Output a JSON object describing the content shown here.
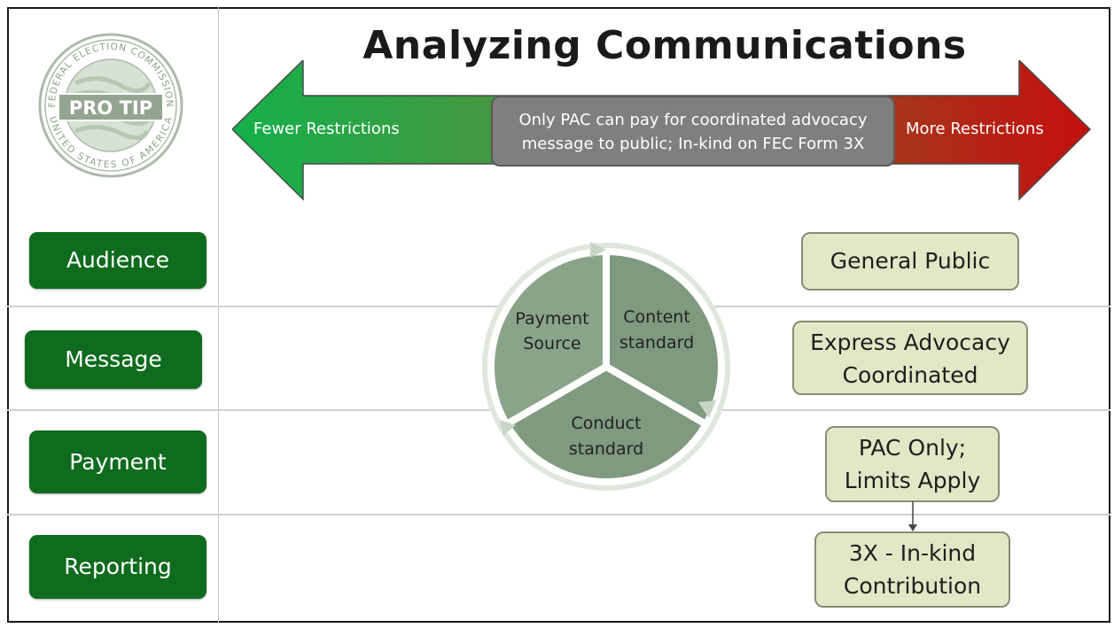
{
  "title": "Analyzing Communications",
  "logo": {
    "badge_text": "PRO TIP",
    "ring_text_top": "FEDERAL ELECTION COMMISSION",
    "ring_text_bottom": "UNITED STATES OF AMERICA"
  },
  "arrow": {
    "left_label": "Fewer Restrictions",
    "right_label": "More Restrictions",
    "center_line1": "Only PAC can pay for coordinated advocacy",
    "center_line2": "message to public; In-kind on FEC Form 3X",
    "left_color": "#15a94a",
    "right_color": "#c0100f"
  },
  "rows": [
    {
      "label": "Audience"
    },
    {
      "label": "Message"
    },
    {
      "label": "Payment"
    },
    {
      "label": "Reporting"
    }
  ],
  "cycle": {
    "payment_source": [
      "Payment",
      "Source"
    ],
    "content_standard": [
      "Content",
      "standard"
    ],
    "conduct_standard": [
      "Conduct",
      "standard"
    ]
  },
  "results": {
    "audience": [
      "General Public"
    ],
    "message": [
      "Express Advocacy",
      "Coordinated"
    ],
    "payment": [
      "PAC Only;",
      "Limits Apply"
    ],
    "reporting": [
      "3X - In-kind",
      "Contribution"
    ]
  },
  "colors": {
    "side_button": "#0f6b1e",
    "result_box": "#e1e8c6",
    "cycle_segment": "#7f9a7f"
  }
}
